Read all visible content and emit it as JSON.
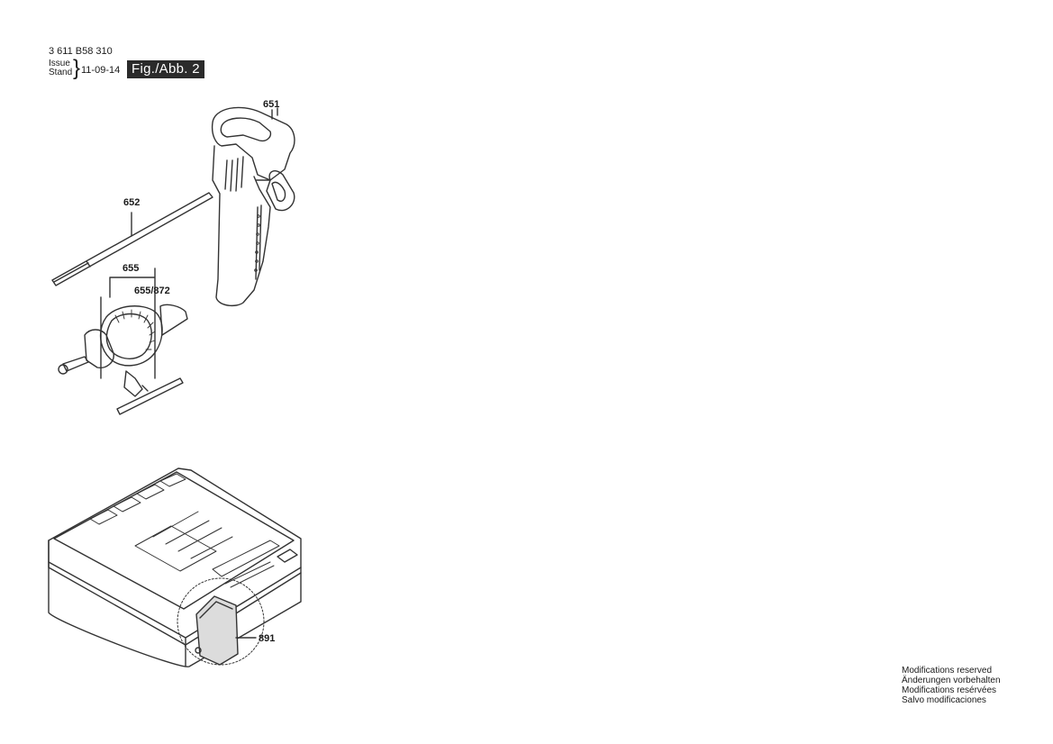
{
  "header": {
    "doc_number": "3 611 B58 310",
    "issue_label": "Issue",
    "stand_label": "Stand",
    "date": "11-09-14",
    "figure_label": "Fig./Abb. 2"
  },
  "parts": [
    {
      "id": "651",
      "name_icon": "side-handle-icon"
    },
    {
      "id": "652",
      "name_icon": "depth-stop-rod-icon"
    },
    {
      "id": "655",
      "name_icon": "chuck-assembly-icon"
    },
    {
      "id": "655/872",
      "name_icon": "chuck-key-icon"
    },
    {
      "id": "891",
      "name_icon": "carrying-case-icon"
    }
  ],
  "footer": {
    "lines": [
      "Modifications reserved",
      "Änderungen vorbehalten",
      "Modifications resérvées",
      "Salvo modificaciones"
    ]
  }
}
